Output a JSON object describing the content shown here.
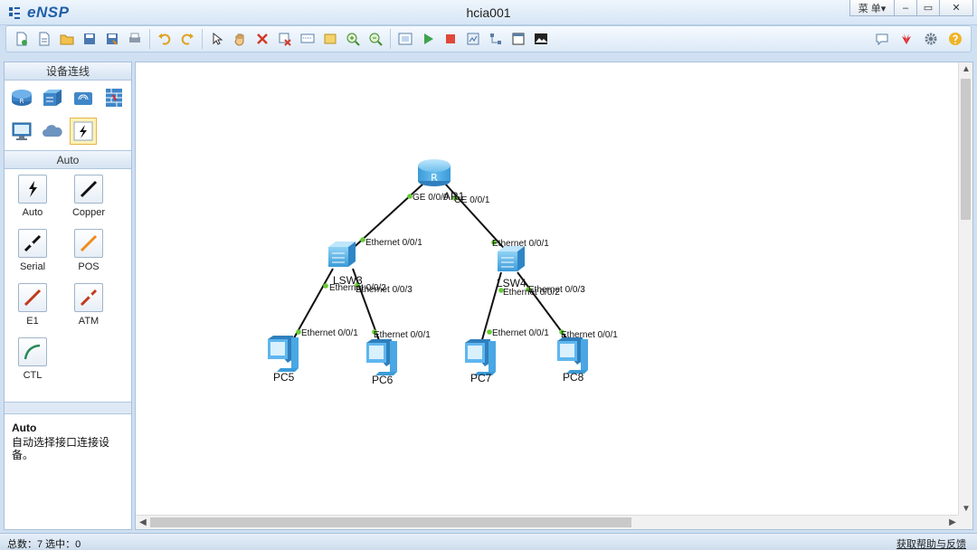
{
  "window": {
    "app_name": "eNSP",
    "title": "hcia001",
    "menu_label": "菜 单▾",
    "minimize": "–",
    "maximize": "▭",
    "close": "✕"
  },
  "left_panel": {
    "devices_header": "设备连线",
    "connections_header": "Auto",
    "cables": [
      {
        "label": "Auto",
        "icon": "lightning-icon",
        "color": "#111111"
      },
      {
        "label": "Copper",
        "icon": "copper-cable-icon",
        "color": "#111111"
      },
      {
        "label": "Serial",
        "icon": "serial-cable-icon",
        "color": "#111111"
      },
      {
        "label": "POS",
        "icon": "pos-cable-icon",
        "color": "#f08a1c"
      },
      {
        "label": "E1",
        "icon": "e1-cable-icon",
        "color": "#c0391b"
      },
      {
        "label": "ATM",
        "icon": "atm-cable-icon",
        "color": "#c0391b"
      },
      {
        "label": "CTL",
        "icon": "ctl-cable-icon",
        "color": "#2a8a5a"
      }
    ],
    "info_title": "Auto",
    "info_desc": "自动选择接口连接设备。"
  },
  "topology": {
    "nodes": {
      "router": "AR1",
      "lsw3": "LSW3",
      "lsw4": "LSW4",
      "pc5": "PC5",
      "pc6": "PC6",
      "pc7": "PC7",
      "pc8": "PC8"
    },
    "ports": {
      "ar_left": "GE 0/0/0",
      "ar_right": "GE 0/0/1",
      "lsw3_up": "Ethernet 0/0/1",
      "lsw4_up": "Ethernet 0/0/1",
      "lsw3_p2": "Ethernet 0/0/2",
      "lsw3_p3": "Ethernet 0/0/3",
      "lsw4_p2": "Ethernet 0/0/2",
      "lsw4_p3": "Ethernet 0/0/3",
      "pc5_p": "Ethernet 0/0/1",
      "pc6_p": "Ethernet 0/0/1",
      "pc7_p": "Ethernet 0/0/1",
      "pc8_p": "Ethernet 0/0/1"
    },
    "colors": {
      "link": "#111111",
      "port_dot": "#66cc33",
      "device": "#4fb3e8"
    }
  },
  "statusbar": {
    "count": "总数：7  选中：0",
    "help": "获取帮助与反馈"
  }
}
